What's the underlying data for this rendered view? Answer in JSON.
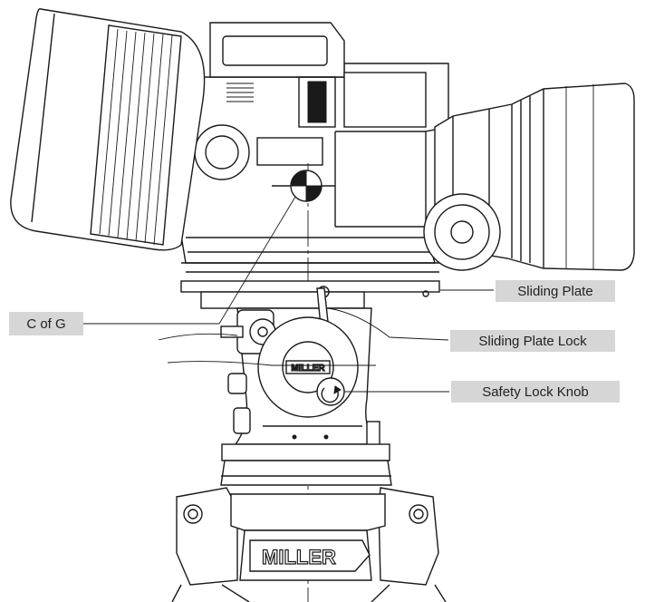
{
  "labels": {
    "sliding_plate": "Sliding Plate",
    "c_of_g": "C of G",
    "sliding_plate_lock": "Sliding Plate Lock",
    "safety_lock_knob": "Safety Lock Knob"
  },
  "brand": {
    "base_logo": "MILLER",
    "head_logo": "MILLER"
  },
  "colors": {
    "line": "#1a1a1a",
    "label_background": "#d6d6d6",
    "label_text": "#222222"
  }
}
